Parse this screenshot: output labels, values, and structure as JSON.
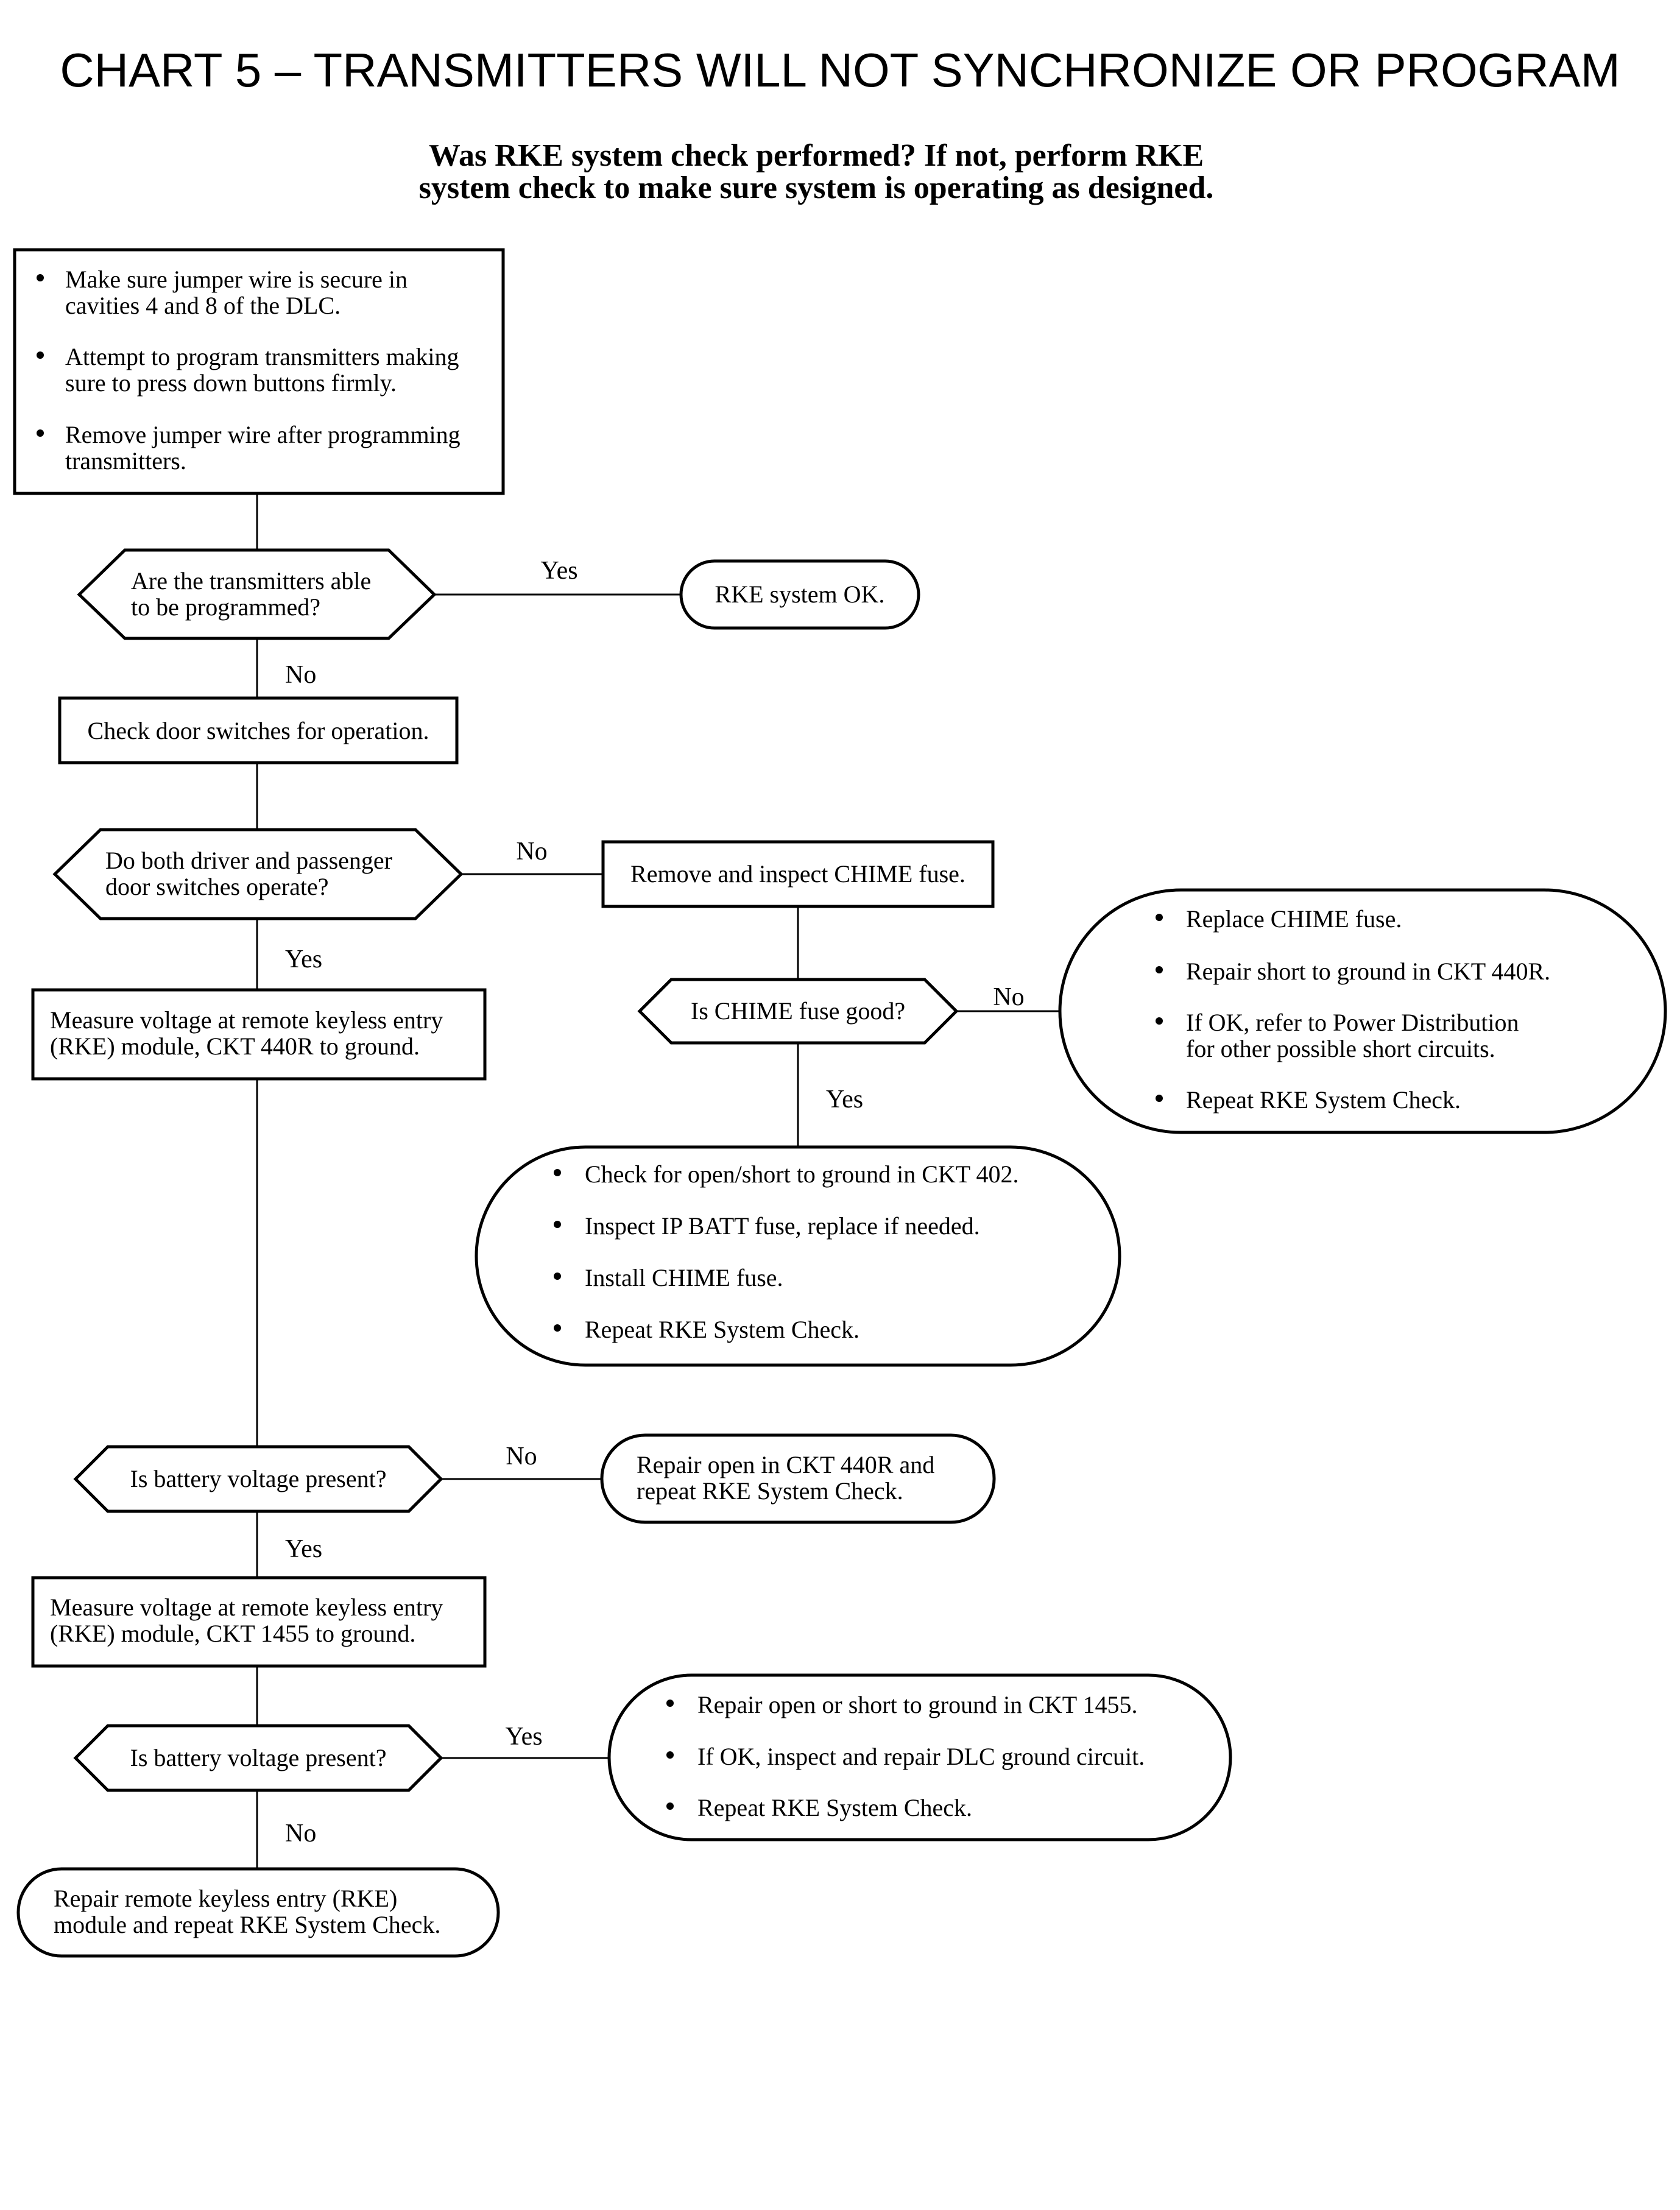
{
  "title": "CHART 5 – TRANSMITTERS WILL NOT SYNCHRONIZE OR PROGRAM",
  "subtitle": {
    "line1": "Was RKE system check performed?  If not, perform RKE",
    "line2": "system check to make sure system is operating as designed."
  },
  "nodes": {
    "start_box": {
      "items": [
        [
          "Make sure jumper wire is secure in",
          "cavities 4 and 8 of the DLC."
        ],
        [
          "Attempt to program transmitters making",
          "sure to press down buttons firmly."
        ],
        [
          "Remove jumper wire after programming",
          "transmitters."
        ]
      ]
    },
    "q_programmed": {
      "lines": [
        "Are the transmitters able",
        "to be programmed?"
      ]
    },
    "rke_ok": {
      "text": "RKE system OK."
    },
    "check_door_switches": {
      "text": "Check door switches for operation."
    },
    "q_door_switches": {
      "lines": [
        "Do both driver and passenger",
        "door switches operate?"
      ]
    },
    "remove_chime_fuse": {
      "text": "Remove and inspect CHIME fuse."
    },
    "q_chime_fuse": {
      "text": "Is CHIME fuse good?"
    },
    "replace_chime_actions": {
      "items": [
        [
          "Replace CHIME fuse."
        ],
        [
          "Repair short to ground in CKT 440R."
        ],
        [
          "If OK, refer to Power Distribution",
          "for other possible short circuits."
        ],
        [
          "Repeat RKE System Check."
        ]
      ]
    },
    "ckt402_actions": {
      "items": [
        [
          "Check for open/short to ground in CKT 402."
        ],
        [
          "Inspect IP BATT fuse, replace if needed."
        ],
        [
          "Install CHIME fuse."
        ],
        [
          "Repeat RKE System Check."
        ]
      ]
    },
    "measure_440r": {
      "lines": [
        "Measure voltage at remote keyless entry",
        "(RKE) module, CKT 440R to ground."
      ]
    },
    "q_battery_1": {
      "text": "Is battery voltage present?"
    },
    "repair_440r": {
      "lines": [
        "Repair open in CKT 440R and",
        "repeat RKE System Check."
      ]
    },
    "measure_1455": {
      "lines": [
        "Measure voltage at remote keyless entry",
        "(RKE) module, CKT 1455 to ground."
      ]
    },
    "q_battery_2": {
      "text": "Is battery voltage present?"
    },
    "ckt1455_actions": {
      "items": [
        [
          "Repair open or short to ground in CKT 1455."
        ],
        [
          "If OK, inspect and repair DLC ground circuit."
        ],
        [
          "Repeat RKE System Check."
        ]
      ]
    },
    "repair_module": {
      "lines": [
        "Repair remote keyless entry (RKE)",
        "module and repeat RKE System Check."
      ]
    }
  },
  "edge_labels": {
    "programmed_yes": "Yes",
    "programmed_no": "No",
    "door_no": "No",
    "door_yes": "Yes",
    "chime_no": "No",
    "chime_yes": "Yes",
    "battery1_no": "No",
    "battery1_yes": "Yes",
    "battery2_yes": "Yes",
    "battery2_no": "No"
  }
}
